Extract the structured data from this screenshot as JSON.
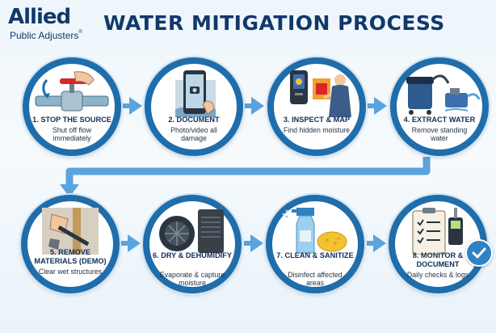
{
  "brand": {
    "logo_text": "Allied",
    "logo_sub": "Public Adjusters",
    "logo_tm": "®"
  },
  "title": "WATER MITIGATION PROCESS",
  "steps": [
    {
      "label": "1. STOP THE SOURCE",
      "desc": "Shut off flow immediately",
      "icon": "valve-hand-icon"
    },
    {
      "label": "2. DOCUMENT",
      "desc": "Photo/video all damage",
      "icon": "phone-camera-icon"
    },
    {
      "label": "3. INSPECT & MAP",
      "desc": "Find hidden moisture",
      "icon": "thermal-camera-icon"
    },
    {
      "label": "4. EXTRACT WATER",
      "desc": "Remove standing water",
      "icon": "wet-vac-pump-icon"
    },
    {
      "label": "5. REMOVE MATERIALS (DEMO)",
      "desc": "Clear wet structures",
      "icon": "pry-bar-drywall-icon"
    },
    {
      "label": "6. DRY & DEHUMIDIFY",
      "desc": "Evaporate & capture moisture",
      "icon": "air-mover-dehumidifier-icon"
    },
    {
      "label": "7. CLEAN & SANITIZE",
      "desc": "Disinfect affected areas",
      "icon": "spray-bottle-sponge-icon"
    },
    {
      "label": "8. MONITOR & DOCUMENT",
      "desc": "Daily checks & logs",
      "icon": "clipboard-meter-icon"
    }
  ],
  "colors": {
    "navy": "#12386b",
    "ring": "#1f6dab",
    "arrow": "#5aa3df",
    "accent_red": "#d9252a"
  }
}
